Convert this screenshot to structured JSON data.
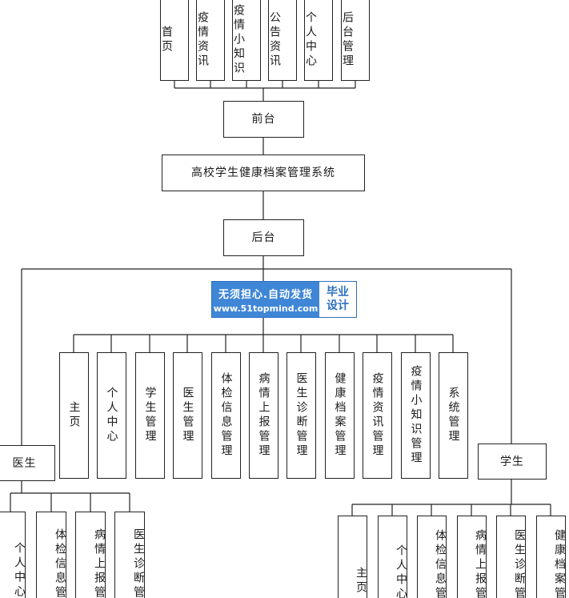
{
  "diagram": {
    "system_title": "高校学生健康档案管理系统",
    "frontend": {
      "label": "前台",
      "modules": [
        "首页",
        "疫情资讯",
        "疫情小知识",
        "公告资讯",
        "个人中心",
        "后台管理"
      ]
    },
    "backend": {
      "label": "后台",
      "admin_modules": [
        "主页",
        "个人中心",
        "学生管理",
        "医生管理",
        "体检信息管理",
        "病情上报管理",
        "医生诊断管理",
        "健康档案管理",
        "疫情资讯管理",
        "疫情小知识管理",
        "系统管理"
      ]
    },
    "doctor": {
      "label": "医生",
      "modules": [
        "个人中心",
        "体检信息管",
        "病情上报管",
        "医生诊断管"
      ]
    },
    "student": {
      "label": "学生",
      "modules": [
        "主页",
        "个人中心",
        "体检信息管",
        "病情上报管",
        "医生诊断管",
        "健康档案管"
      ]
    }
  },
  "watermark": {
    "line1": "无须担心.自动发货",
    "line2": "www.51topmind.com",
    "badge_top": "毕业",
    "badge_bottom": "设计",
    "colors": {
      "fill": "#3f86d6",
      "text": "#ffffff",
      "badge_text": "#2d6fbf"
    }
  }
}
